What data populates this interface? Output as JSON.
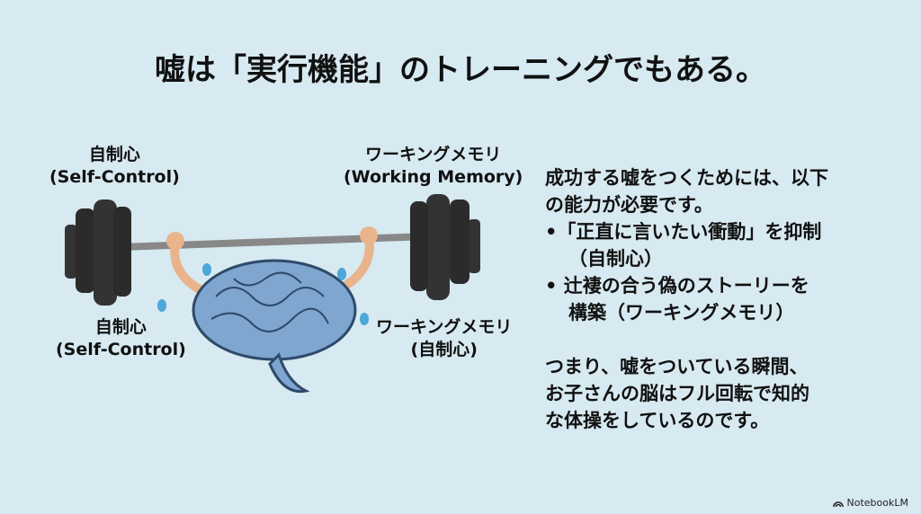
{
  "title": "嘘は「実行機能」のトレーニングでもある。",
  "labels": {
    "top_left": {
      "ja": "自制心",
      "en": "(Self-Control)"
    },
    "top_right": {
      "ja": "ワーキングメモリ",
      "en": "(Working Memory)"
    },
    "bottom_left": {
      "ja": "自制心",
      "en": "(Self-Control)"
    },
    "bottom_right": {
      "ja": "ワーキングメモリ",
      "en": "(自制心)"
    }
  },
  "body": {
    "intro": [
      "成功する嘘をつくためには、以下",
      "の能力が必要です。"
    ],
    "bullets": [
      {
        "line1": "•「正直に言いたい衝動」を抑制",
        "line2": "（自制心）"
      },
      {
        "line1": "• 辻褄の合う偽のストーリーを",
        "line2": "構築（ワーキングメモリ）"
      }
    ],
    "conclusion": [
      "つまり、嘘をついている瞬間、",
      "お子さんの脳はフル回転で知的",
      "な体操をしているのです。"
    ]
  },
  "branding": "NotebookLM",
  "colors": {
    "background": "#d7e9f1",
    "brain": "#7fa6cf",
    "weights": "#2b2b2b"
  }
}
